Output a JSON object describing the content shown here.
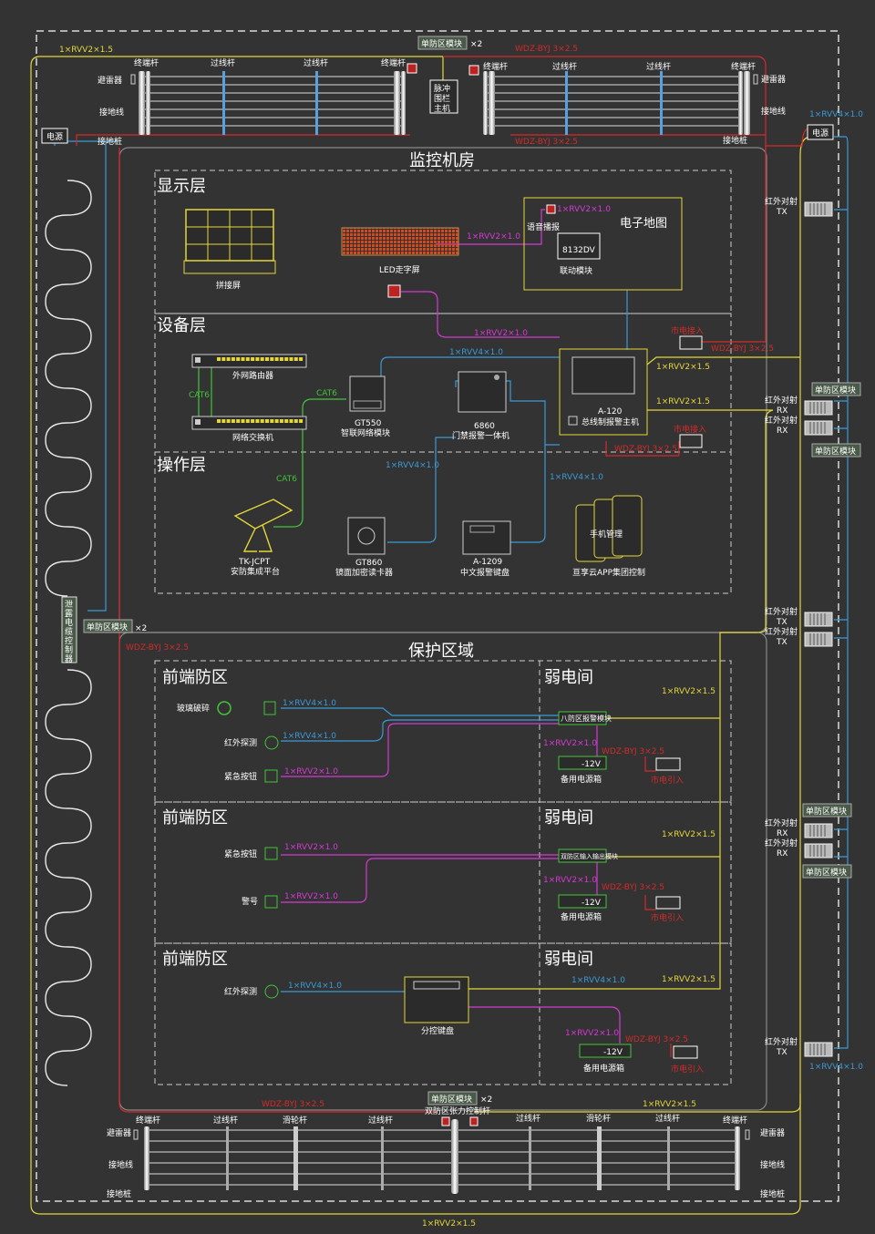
{
  "titles": {
    "control_room": "监控机房",
    "display_layer": "显示层",
    "device_layer": "设备层",
    "operation_layer": "操作层",
    "protect_area": "保护区域",
    "frontend": "前端防区",
    "weak_room": "弱电间",
    "emap": "电子地图"
  },
  "top_fence": {
    "module": "单防区模块",
    "x2": "×2",
    "pulse_host": [
      "脉冲",
      "围栏",
      "主机"
    ],
    "terminal_pole": "终端杆",
    "pass_pole": "过线杆",
    "lightning": "避雷器",
    "ground_wire": "接地线",
    "ground_pile": "接地桩",
    "power": "电源"
  },
  "bottom_fence": {
    "module": "单防区模块",
    "x2": "×2",
    "controller": "双防区张力控制杆",
    "terminal_pole": "终端杆",
    "pass_pole": "过线杆",
    "pulley_pole": "滑轮杆",
    "lightning": "避雷器",
    "ground_wire": "接地线",
    "ground_pile": "接地桩"
  },
  "leak_cable": [
    "泄",
    "露",
    "电",
    "缆",
    "控",
    "制",
    "器"
  ],
  "left_module": "单防区模块",
  "left_x2": "×2",
  "right_side": {
    "power": "电源",
    "ir_tx": "红外对射",
    "tx": "TX",
    "rx": "RX",
    "module": "单防区模块"
  },
  "cables": {
    "rvv2_15": "1×RVV2×1.5",
    "rvv2_10": "1×RVV2×1.0",
    "rvv4_10": "1×RVV4×1.0",
    "wdz": "WDZ-BYJ 3×2.5",
    "cat6": "CAT6"
  },
  "devices": {
    "splice": "拼接屏",
    "led": "LED走字屏",
    "voice": "语音播报",
    "dv": "8132DV",
    "link": "联动模块",
    "router": "外网路由器",
    "switch": "网络交换机",
    "gt550": "GT550",
    "gt550_desc": "智联网络模块",
    "door_id": "6860",
    "door_desc": "门禁报警一体机",
    "a120": "A-120",
    "a120_desc": "总线制报警主机",
    "mains": "市电接入",
    "tk": "TK-JCPT",
    "tk_desc": "安防集成平台",
    "gt860": "GT860",
    "gt860_desc": "镜面加密读卡器",
    "a1209": "A-1209",
    "a1209_desc": "中文报警键盘",
    "phone": "手机管理",
    "app": "亘享云APP集团控制"
  },
  "zones": {
    "glass": "玻璃破碎",
    "ir_detect": "红外探测",
    "emergency": "紧急按钮",
    "siren": "警号",
    "eight_zone": "八防区报警模块",
    "two_zone": "双防区输入输出模块",
    "backup_power": "备用电源箱",
    "minus12": "-12V",
    "mains_in": "市电引入",
    "sub_keypad": "分控键盘"
  },
  "colors": {
    "yellow": "#e5d739",
    "blue": "#3a9ad6",
    "red": "#d42a2a",
    "magenta": "#d43ad4",
    "green": "#42c43a",
    "frame": "#d9d9d9"
  }
}
